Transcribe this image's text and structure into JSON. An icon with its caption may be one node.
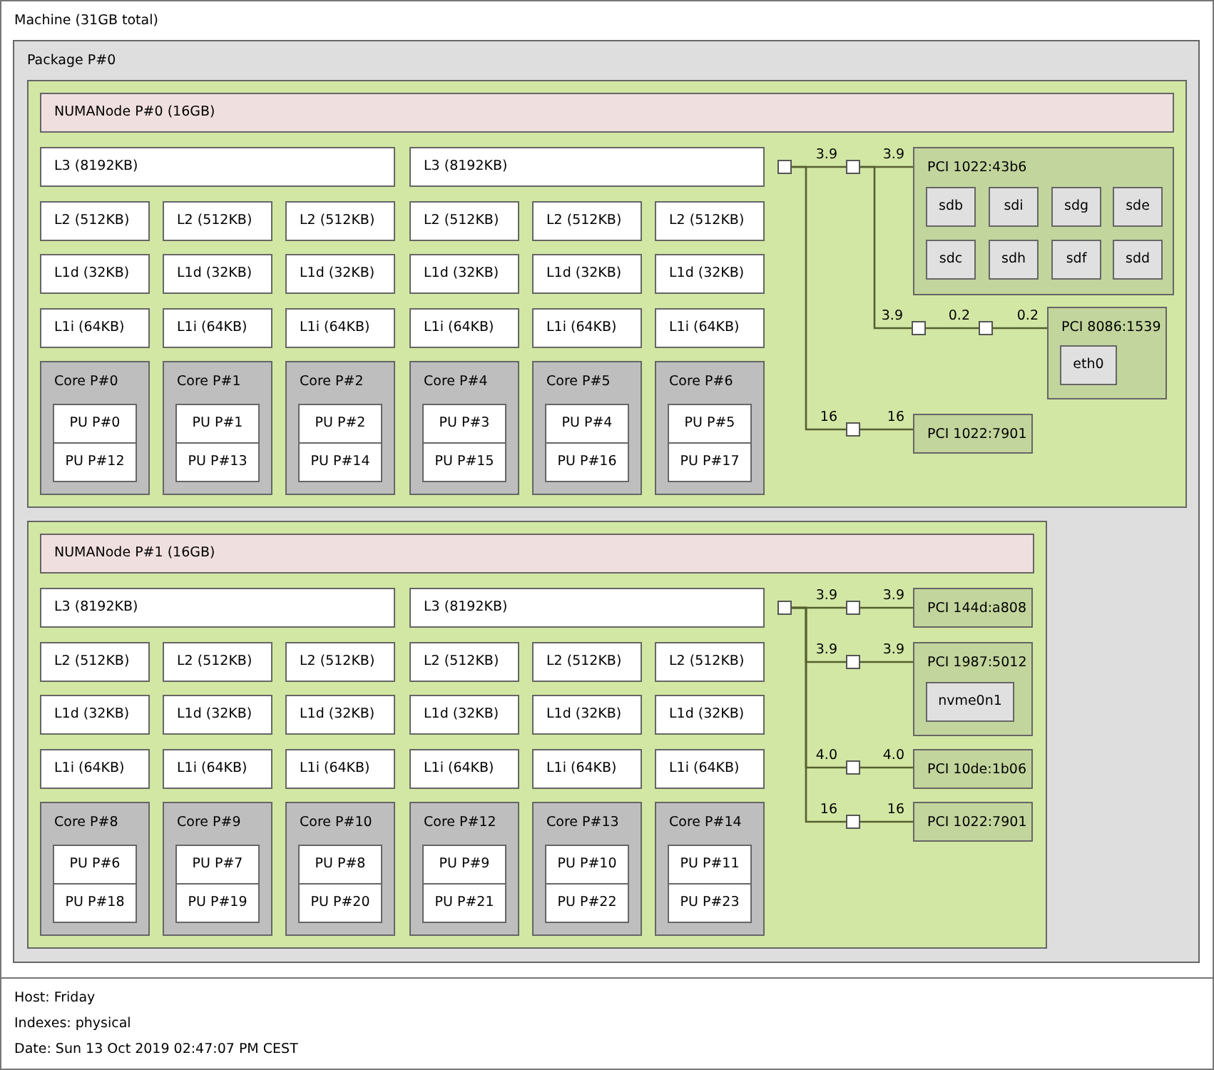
{
  "diagram": {
    "nodes": [
      {
        "text": [
          "Machine (31GB total)"
        ]
      },
      {
        "text": [
          "Package P#0"
        ],
        "in": 0
      },
      {
        "text": [],
        "shape": "box",
        "in": 1
      },
      {
        "text": [
          "NUMANode P#0 (16GB)"
        ],
        "in": 2
      },
      {
        "text": [
          "L3 (8192KB)"
        ],
        "in": 2
      },
      {
        "text": [
          "L3 (8192KB)"
        ],
        "in": 2
      },
      {
        "text": [
          "L2 (512KB)"
        ],
        "in": 2
      },
      {
        "text": [
          "L2 (512KB)"
        ],
        "in": 2
      },
      {
        "text": [
          "L2 (512KB)"
        ],
        "in": 2
      },
      {
        "text": [
          "L2 (512KB)"
        ],
        "in": 2
      },
      {
        "text": [
          "L2 (512KB)"
        ],
        "in": 2
      },
      {
        "text": [
          "L2 (512KB)"
        ],
        "in": 2
      },
      {
        "text": [
          "L1d (32KB)"
        ],
        "in": 2
      },
      {
        "text": [
          "L1d (32KB)"
        ],
        "in": 2
      },
      {
        "text": [
          "L1d (32KB)"
        ],
        "in": 2
      },
      {
        "text": [
          "L1d (32KB)"
        ],
        "in": 2
      },
      {
        "text": [
          "L1d (32KB)"
        ],
        "in": 2
      },
      {
        "text": [
          "L1d (32KB)"
        ],
        "in": 2
      },
      {
        "text": [
          "L1i (64KB)"
        ],
        "in": 2
      },
      {
        "text": [
          "L1i (64KB)"
        ],
        "in": 2
      },
      {
        "text": [
          "L1i (64KB)"
        ],
        "in": 2
      },
      {
        "text": [
          "L1i (64KB)"
        ],
        "in": 2
      },
      {
        "text": [
          "L1i (64KB)"
        ],
        "in": 2
      },
      {
        "text": [
          "L1i (64KB)"
        ],
        "in": 2
      },
      {
        "text": [
          "Core P#0"
        ],
        "in": 2
      },
      {
        "text": [
          "PU P#0"
        ],
        "in": 24
      },
      {
        "text": [
          "PU P#12"
        ],
        "in": 24
      },
      {
        "text": [
          "Core P#1"
        ],
        "in": 2
      },
      {
        "text": [
          "PU P#1"
        ],
        "in": 27
      },
      {
        "text": [
          "PU P#13"
        ],
        "in": 27
      },
      {
        "text": [
          "Core P#2"
        ],
        "in": 2
      },
      {
        "text": [
          "PU P#2"
        ],
        "in": 30
      },
      {
        "text": [
          "PU P#14"
        ],
        "in": 30
      },
      {
        "text": [
          "Core P#4"
        ],
        "in": 2
      },
      {
        "text": [
          "PU P#3"
        ],
        "in": 33
      },
      {
        "text": [
          "PU P#15"
        ],
        "in": 33
      },
      {
        "text": [
          "Core P#5"
        ],
        "in": 2
      },
      {
        "text": [
          "PU P#4"
        ],
        "in": 36
      },
      {
        "text": [
          "PU P#16"
        ],
        "in": 36
      },
      {
        "text": [
          "Core P#6"
        ],
        "in": 2
      },
      {
        "text": [
          "PU P#5"
        ],
        "in": 39
      },
      {
        "text": [
          "PU P#17"
        ],
        "in": 39
      },
      {
        "text": [],
        "shape": "box",
        "in": 2
      },
      {
        "text": [],
        "shape": "box",
        "in": 2
      },
      {
        "text": [
          "PCI 1022:43b6"
        ],
        "in": 2
      },
      {
        "text": [
          "sdb"
        ],
        "in": 44
      },
      {
        "text": [
          "sdi"
        ],
        "in": 44
      },
      {
        "text": [
          "sdg"
        ],
        "in": 44
      },
      {
        "text": [
          "sde"
        ],
        "in": 44
      },
      {
        "text": [
          "sdc"
        ],
        "in": 44
      },
      {
        "text": [
          "sdh"
        ],
        "in": 44
      },
      {
        "text": [
          "sdf"
        ],
        "in": 44
      },
      {
        "text": [
          "sdd"
        ],
        "in": 44
      },
      {
        "text": [],
        "shape": "box",
        "in": 2
      },
      {
        "text": [],
        "shape": "box",
        "in": 2
      },
      {
        "text": [
          "PCI 8086:1539"
        ],
        "in": 2
      },
      {
        "text": [
          "eth0"
        ],
        "in": 55
      },
      {
        "text": [],
        "shape": "box",
        "in": 2
      },
      {
        "text": [
          "PCI 1022:7901"
        ],
        "in": 2
      },
      {
        "text": [],
        "shape": "box",
        "in": 1
      },
      {
        "text": [
          "NUMANode P#1 (16GB)"
        ],
        "in": 59
      },
      {
        "text": [
          "L3 (8192KB)"
        ],
        "in": 59
      },
      {
        "text": [
          "L3 (8192KB)"
        ],
        "in": 59
      },
      {
        "text": [
          "L2 (512KB)"
        ],
        "in": 59
      },
      {
        "text": [
          "L2 (512KB)"
        ],
        "in": 59
      },
      {
        "text": [
          "L2 (512KB)"
        ],
        "in": 59
      },
      {
        "text": [
          "L2 (512KB)"
        ],
        "in": 59
      },
      {
        "text": [
          "L2 (512KB)"
        ],
        "in": 59
      },
      {
        "text": [
          "L2 (512KB)"
        ],
        "in": 59
      },
      {
        "text": [
          "L1d (32KB)"
        ],
        "in": 59
      },
      {
        "text": [
          "L1d (32KB)"
        ],
        "in": 59
      },
      {
        "text": [
          "L1d (32KB)"
        ],
        "in": 59
      },
      {
        "text": [
          "L1d (32KB)"
        ],
        "in": 59
      },
      {
        "text": [
          "L1d (32KB)"
        ],
        "in": 59
      },
      {
        "text": [
          "L1d (32KB)"
        ],
        "in": 59
      },
      {
        "text": [
          "L1i (64KB)"
        ],
        "in": 59
      },
      {
        "text": [
          "L1i (64KB)"
        ],
        "in": 59
      },
      {
        "text": [
          "L1i (64KB)"
        ],
        "in": 59
      },
      {
        "text": [
          "L1i (64KB)"
        ],
        "in": 59
      },
      {
        "text": [
          "L1i (64KB)"
        ],
        "in": 59
      },
      {
        "text": [
          "L1i (64KB)"
        ],
        "in": 59
      },
      {
        "text": [
          "Core P#8"
        ],
        "in": 59
      },
      {
        "text": [
          "PU P#6"
        ],
        "in": 81
      },
      {
        "text": [
          "PU P#18"
        ],
        "in": 81
      },
      {
        "text": [
          "Core P#9"
        ],
        "in": 59
      },
      {
        "text": [
          "PU P#7"
        ],
        "in": 84
      },
      {
        "text": [
          "PU P#19"
        ],
        "in": 84
      },
      {
        "text": [
          "Core P#10"
        ],
        "in": 59
      },
      {
        "text": [
          "PU P#8"
        ],
        "in": 87
      },
      {
        "text": [
          "PU P#20"
        ],
        "in": 87
      },
      {
        "text": [
          "Core P#12"
        ],
        "in": 59
      },
      {
        "text": [
          "PU P#9"
        ],
        "in": 90
      },
      {
        "text": [
          "PU P#21"
        ],
        "in": 90
      },
      {
        "text": [
          "Core P#13"
        ],
        "in": 59
      },
      {
        "text": [
          "PU P#10"
        ],
        "in": 93
      },
      {
        "text": [
          "PU P#22"
        ],
        "in": 93
      },
      {
        "text": [
          "Core P#14"
        ],
        "in": 59
      },
      {
        "text": [
          "PU P#11"
        ],
        "in": 96
      },
      {
        "text": [
          "PU P#23"
        ],
        "in": 96
      },
      {
        "text": [],
        "shape": "box",
        "in": 59
      },
      {
        "text": [],
        "shape": "box",
        "in": 59
      },
      {
        "text": [
          "PCI 144d:a808"
        ],
        "in": 59
      },
      {
        "text": [],
        "shape": "box",
        "in": 59
      },
      {
        "text": [
          "PCI 1987:5012"
        ],
        "in": 59
      },
      {
        "text": [
          "nvme0n1"
        ],
        "in": 103
      },
      {
        "text": [],
        "shape": "box",
        "in": 59
      },
      {
        "text": [
          "PCI 10de:1b06"
        ],
        "in": 59
      },
      {
        "text": [],
        "shape": "box",
        "in": 59
      },
      {
        "text": [
          "PCI 1022:7901"
        ],
        "in": 59
      }
    ],
    "edges": [
      {
        "from": 42,
        "to": 43,
        "arrow": "none",
        "label": "3.9"
      },
      {
        "from": 43,
        "to": 44,
        "arrow": "none",
        "label": "3.9"
      },
      {
        "from": 43,
        "to": 53,
        "arrow": "none",
        "label": "3.9"
      },
      {
        "from": 53,
        "to": 54,
        "arrow": "none",
        "label": "0.2"
      },
      {
        "from": 54,
        "to": 55,
        "arrow": "none",
        "label": "0.2"
      },
      {
        "from": 42,
        "to": 57,
        "arrow": "none",
        "label": "16"
      },
      {
        "from": 57,
        "to": 58,
        "arrow": "none",
        "label": "16"
      },
      {
        "from": 99,
        "to": 100,
        "arrow": "none",
        "label": "3.9"
      },
      {
        "from": 100,
        "to": 101,
        "arrow": "none",
        "label": "3.9"
      },
      {
        "from": 99,
        "to": 102,
        "arrow": "none",
        "label": "3.9"
      },
      {
        "from": 102,
        "to": 103,
        "arrow": "none",
        "label": "3.9"
      },
      {
        "from": 99,
        "to": 105,
        "arrow": "none",
        "label": "4.0"
      },
      {
        "from": 105,
        "to": 106,
        "arrow": "none",
        "label": "4.0"
      },
      {
        "from": 99,
        "to": 107,
        "arrow": "none",
        "label": "16"
      },
      {
        "from": 107,
        "to": 108,
        "arrow": "none",
        "label": "16"
      }
    ],
    "labels": [
      "Host: Friday",
      "Indexes: physical",
      "Date: Sun 13 Oct 2019 02:47:07 PM CEST"
    ]
  }
}
